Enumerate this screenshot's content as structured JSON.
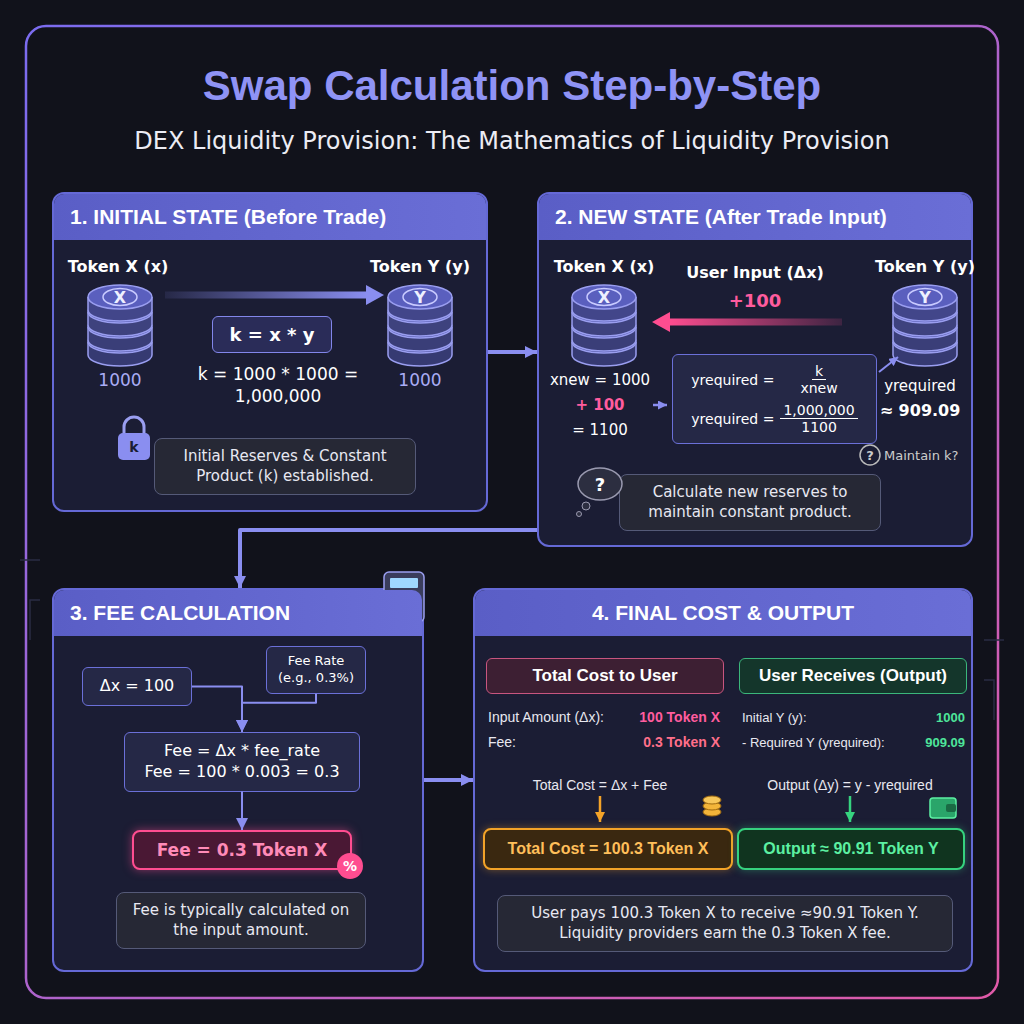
{
  "diagram": {
    "title": "Swap Calculation Step-by-Step",
    "nodes": [
      {
        "text": [
          "1. INITIAL STATE (Before Trade)"
        ]
      },
      {
        "text": [
          "k = x * y"
        ],
        "in": 0
      },
      {
        "text": [
          "Initial Reserves & Constant Product (k) established."
        ],
        "in": 0
      },
      {
        "text": [
          "2. NEW STATE (After Trade Input)"
        ]
      },
      {
        "text": [
          "yrequired =",
          "k",
          "xnew",
          "yrequired =",
          "1,000,000",
          "1100"
        ],
        "in": 3
      },
      {
        "text": [
          "Calculate new reserves to maintain constant product."
        ],
        "in": 3
      },
      {
        "text": [
          "3. FEE CALCULATION"
        ]
      },
      {
        "text": [
          "Δx = 100"
        ],
        "in": 6
      },
      {
        "text": [
          "Fee Rate (e.g., 0.3%)"
        ],
        "in": 6
      },
      {
        "text": [
          "Fee = Δx * fee_rate",
          "Fee = 100 * 0.003 = 0.3"
        ],
        "in": 6
      },
      {
        "text": [
          "Fee = 0.3 Token X"
        ],
        "in": 6
      },
      {
        "text": [
          "Fee is typically calculated on the input amount."
        ],
        "in": 6
      },
      {
        "text": [
          "4. FINAL COST & OUTPUT"
        ]
      },
      {
        "text": [
          "Total Cost to User"
        ],
        "in": 12
      },
      {
        "text": [
          "User Receives (Output)"
        ],
        "in": 12
      },
      {
        "text": [
          "Total Cost = 100.3 Token X"
        ],
        "in": 12
      },
      {
        "text": [
          "Output ≈ 90.91 Token Y"
        ],
        "in": 12
      },
      {
        "text": [
          "User pays 100.3 Token X to receive ≈90.91 Token Y. Liquidity providers earn the 0.3 Token X fee."
        ],
        "in": 12
      }
    ],
    "edges": [
      {
        "from": 0,
        "to": 3,
        "arrow": "to"
      },
      {
        "from": 3,
        "to": 6,
        "arrow": "to"
      },
      {
        "from": 6,
        "to": 12,
        "arrow": "to"
      },
      {
        "from": 7,
        "to": 9,
        "arrow": "to"
      },
      {
        "from": 8,
        "to": 9,
        "arrow": "to"
      },
      {
        "from": 9,
        "to": 10,
        "arrow": "to"
      }
    ],
    "labels": [
      "DEX Liquidity Provision: The Mathematics of Liquidity Provision",
      "Token X (x)",
      "X",
      "1000",
      "Token Y (y)",
      "Y",
      "1000",
      "k = 1000 * 1000 = 1,000,000",
      "k",
      "Token X (x)",
      "X",
      "User Input (Δx)",
      "+100",
      "Token Y (y)",
      "Y",
      "xnew = 1000",
      "+ 100",
      "= 1100",
      "yrequired",
      "≈ 909.09",
      "?",
      "Maintain k?",
      "?",
      "%",
      "Input Amount (Δx):",
      "100 Token X",
      "Fee:",
      "0.3 Token X",
      "Total Cost = Δx + Fee",
      "Initial Y (y):",
      "1000",
      "- Required Y (yrequired):",
      "909.09",
      "Output (Δy) = y - yrequired"
    ]
  }
}
